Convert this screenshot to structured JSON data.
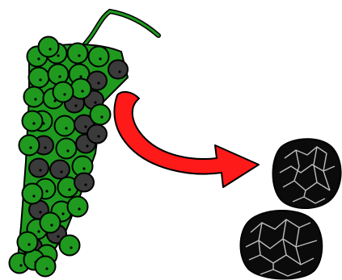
{
  "diagram": {
    "kind": "illustration",
    "elements": [
      "peppercorn-cluster",
      "arrow",
      "dried-peppercorns"
    ]
  },
  "colors": {
    "background": "#ffffff",
    "outline": "#000000",
    "stem": "#1f9a1f",
    "green_berry": "#1f9a1f",
    "dark_berry": "#3a3a3a",
    "arrow": "#ff1a1a",
    "dried_body": "#0b0b0b",
    "dried_wrinkle": "#bdbdbd"
  },
  "cluster": {
    "green_berry_count": 30,
    "dark_berry_count": 16
  },
  "dried_peppercorn_count": 2
}
